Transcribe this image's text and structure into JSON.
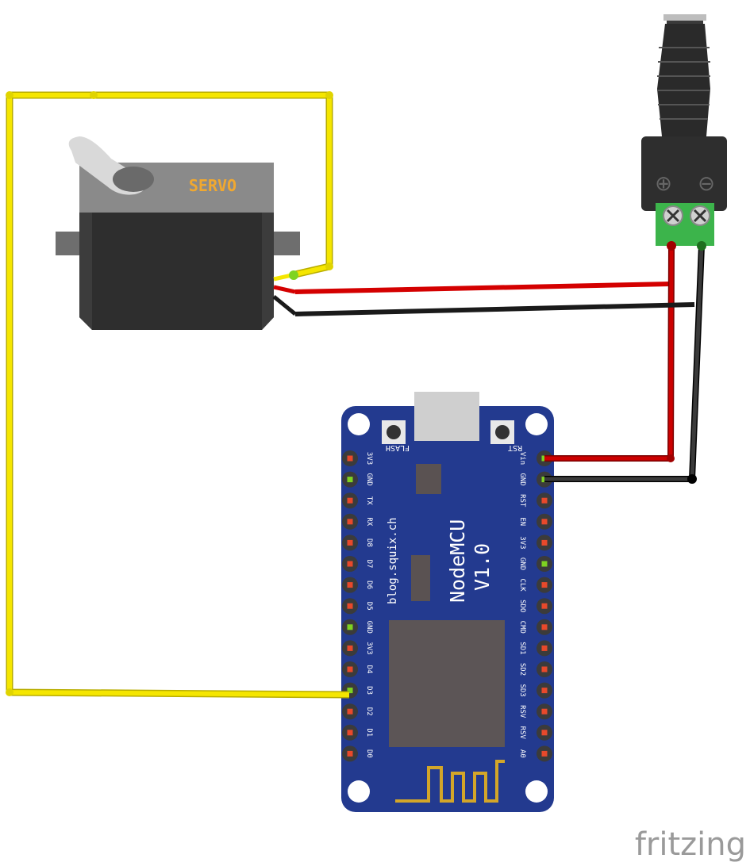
{
  "servo": {
    "label": "SERVO"
  },
  "board": {
    "name": "NodeMCU",
    "version": "V1.0",
    "url": "blog.squix.ch",
    "flash_label": "FLASH",
    "rst_label": "RST",
    "left_pins": [
      "3V3",
      "GND",
      "TX",
      "RX",
      "D8",
      "D7",
      "D6",
      "D5",
      "GND",
      "3V3",
      "D4",
      "D3",
      "D2",
      "D1",
      "D0"
    ],
    "right_pins": [
      "Vin",
      "GND",
      "RST",
      "EN",
      "3V3",
      "GND",
      "CLK",
      "SDO",
      "CMD",
      "SD1",
      "SD2",
      "SD3",
      "RSV",
      "RSV",
      "A0"
    ]
  },
  "power_jack": {
    "plus_symbol": "⊕",
    "minus_symbol": "⊖"
  },
  "watermark": "fritzing",
  "colors": {
    "signal_wire": "#f5e600",
    "power_wire": "#d40000",
    "ground_wire": "#1a1a1a",
    "board": "#233a8f",
    "pin_connected": "#7ed321",
    "pin_free": "#e8492b",
    "terminal": "#3cb44b"
  }
}
